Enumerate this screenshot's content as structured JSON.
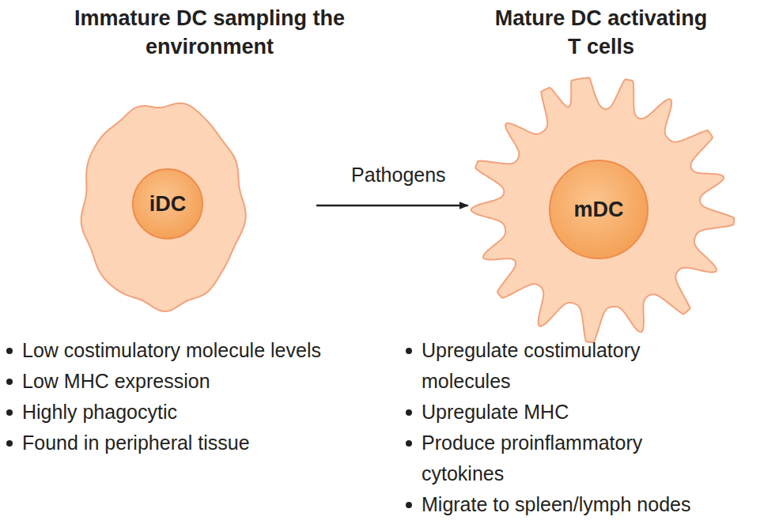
{
  "diagram": {
    "nodes": [
      {
        "text": [
          "Immature DC sampling the environment"
        ]
      },
      {
        "text": [
          "iDC"
        ],
        "in": 0
      },
      {
        "text": [
          "Mature DC activating T cells"
        ]
      },
      {
        "text": [
          "mDC"
        ],
        "in": 2
      }
    ],
    "edges": [
      {
        "from": 0,
        "to": 2,
        "label": "Pathogens",
        "arrow": "to"
      }
    ],
    "labels": [
      "Low costimulatory molecule levels",
      "Low MHC expression",
      "Highly phagocytic",
      "Found in peripheral tissue",
      "Upregulate costimulatory molecules",
      "Upregulate MHC",
      "Produce proinflammatory cytokines",
      "Migrate to spleen/lymph nodes"
    ]
  }
}
